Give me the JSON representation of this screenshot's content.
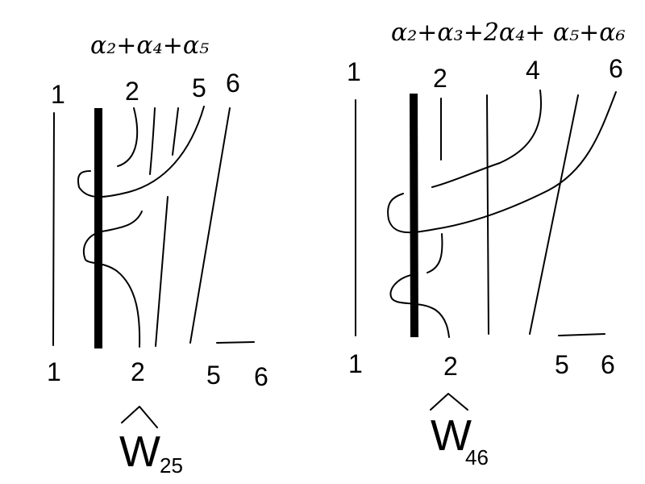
{
  "left_diagram": {
    "formula": "α₂+α₄+α₅",
    "top_labels": [
      "1",
      "2",
      "5",
      "6"
    ],
    "bottom_labels": [
      "1",
      "2",
      "5",
      "6"
    ],
    "name_letter": "W",
    "name_subscript": "25"
  },
  "right_diagram": {
    "formula": "α₂+α₃+2α₄+ α₅+α₆",
    "top_labels": [
      "1",
      "2",
      "4",
      "6"
    ],
    "bottom_labels": [
      "1",
      "2",
      "5",
      "6"
    ],
    "name_letter": "W",
    "name_subscript": "46"
  }
}
